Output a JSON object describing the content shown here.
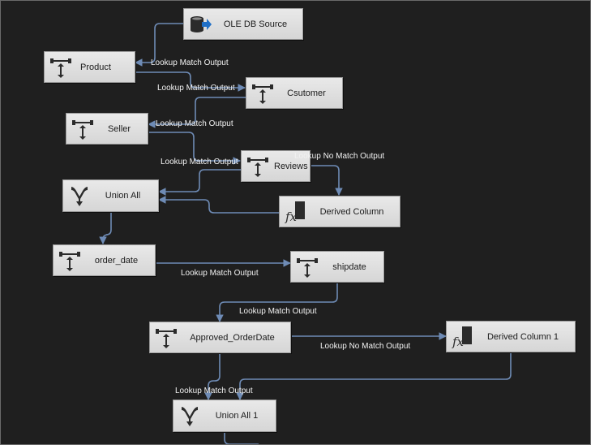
{
  "nodes": {
    "ole_db_source": {
      "label": "OLE DB Source",
      "icon": "database-source-icon"
    },
    "product": {
      "label": "Product",
      "icon": "lookup-icon"
    },
    "csutomer": {
      "label": "Csutomer",
      "icon": "lookup-icon"
    },
    "seller": {
      "label": "Seller",
      "icon": "lookup-icon"
    },
    "reviews": {
      "label": "Reviews",
      "icon": "lookup-icon"
    },
    "union_all": {
      "label": "Union All",
      "icon": "union-all-icon"
    },
    "derived_column": {
      "label": "Derived Column",
      "icon": "derived-column-icon"
    },
    "order_date": {
      "label": "order_date",
      "icon": "lookup-icon"
    },
    "shipdate": {
      "label": "shipdate",
      "icon": "lookup-icon"
    },
    "approved_orderdate": {
      "label": "Approved_OrderDate",
      "icon": "lookup-icon"
    },
    "derived_column_1": {
      "label": "Derived Column 1",
      "icon": "derived-column-icon"
    },
    "union_all_1": {
      "label": "Union All 1",
      "icon": "union-all-icon"
    }
  },
  "path_labels": {
    "product_match": "Lookup Match Output",
    "csutomer_match": "Lookup Match Output",
    "seller_match": "Lookup Match Output",
    "reviews_match": "Lookup Match Output",
    "reviews_no_match": "Lookup No Match Output",
    "order_date_match": "Lookup Match Output",
    "shipdate_match": "Lookup Match Output",
    "approved_no_match": "Lookup No Match Output",
    "approved_match": "Lookup Match Output"
  },
  "colors": {
    "canvas": "#1f1f1f",
    "path": "#6e8bb5",
    "node_fill": "#e2e2e2",
    "label_text": "#f2f2f2"
  }
}
